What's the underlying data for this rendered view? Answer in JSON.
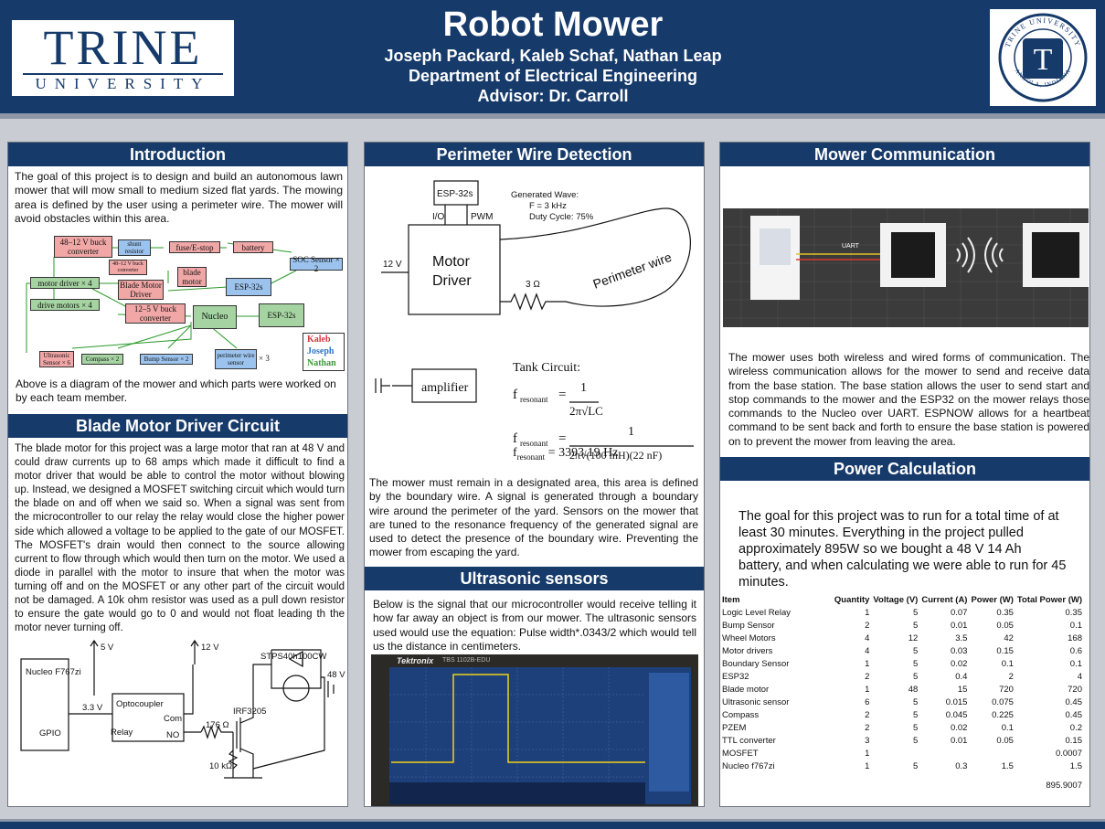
{
  "header": {
    "title": "Robot Mower",
    "authors": "Joseph Packard, Kaleb Schaf, Nathan Leap",
    "department": "Department of Electrical Engineering",
    "advisor": "Advisor: Dr. Carroll",
    "logo_main": "TRINE",
    "logo_sub": "UNIVERSITY",
    "seal_top": "TRINE UNIVERSITY",
    "seal_bottom": "ANGOLA, INDIANA",
    "seal_letter": "T"
  },
  "intro": {
    "heading": "Introduction",
    "body": "The goal of this project is to design and build an autonomous lawn mower that will mow small to medium sized flat yards. The mowing area is defined by the user using a perimeter wire. The mower will avoid obstacles within this area.",
    "caption": "Above is a diagram of the mower and which parts were worked on by each team member.",
    "diagram": {
      "b1": "48–12 V buck converter",
      "b2": "shunt resistor",
      "b3": "fuse/E-stop",
      "b4": "battery",
      "b5": "48–12 V buck converter",
      "b6": "blade motor",
      "b7": "SOC Sensor × 2",
      "b8": "motor driver × 4",
      "b9": "Blade Motor Driver",
      "b10": "ESP-32s",
      "b11": "drive motors × 4",
      "b12": "12–5 V buck converter",
      "b13": "Nucleo",
      "b14": "ESP-32s",
      "b15": "Ultrasonic Sensor × 6",
      "b16": "Compass × 2",
      "b17": "Bump Sensor × 2",
      "b18": "perimeter wire sensor",
      "b18x": "× 3",
      "legend": [
        "Kaleb",
        "Joseph",
        "Nathan"
      ],
      "legend_colors": [
        "#d9363e",
        "#2f74c8",
        "#3a9a3a"
      ]
    }
  },
  "blade": {
    "heading": "Blade Motor Driver Circuit",
    "body": "The blade motor for this project was a large motor that ran at 48 V and could draw currents up to 68 amps which made it difficult to find a motor driver that would be able to control the motor without blowing up. Instead, we designed a MOSFET switching circuit which would turn the blade on and off when we said so. When a signal was sent from the microcontroller to our relay the relay would close the higher power side which allowed a voltage to be applied to the gate of our MOSFET. The MOSFET's drain would then connect to the source allowing current to flow through which would then turn on the motor. We used a diode in parallel with the motor to insure that when the motor was turning off and on the MOSFET or any other part of the circuit would not be damaged. A 10k ohm resistor was used as a pull down resistor to ensure the gate would go to 0 and would not float leading th the motor never turning off.",
    "circuit": {
      "nucleo": "Nucleo F767zi",
      "gpio": "GPIO",
      "v33": "3.3 V",
      "opto": "Optocoupler",
      "relay": "Relay",
      "com": "Com",
      "no": "NO",
      "v5": "5 V",
      "v12": "12 V",
      "r176": "176 Ω",
      "irf": "IRF3205",
      "r10k": "10 kΩ",
      "diode": "STPS40h100CW",
      "v48": "48 V"
    }
  },
  "perimeter": {
    "heading": "Perimeter Wire Detection",
    "body": "The mower must remain in a designated area, this area is defined by the boundary wire. A signal is generated through a boundary wire around the perimeter of the yard. Sensors on the mower that are tuned to the resonance frequency of the generated signal are used to detect the presence of the boundary wire. Preventing the mower from escaping the yard.",
    "diagram": {
      "esp": "ESP-32s",
      "io": "I/O",
      "pwm": "PWM",
      "driver1": "Motor",
      "driver2": "Driver",
      "v12": "12 V",
      "r3": "3 Ω",
      "wire": "Perimeter wire",
      "wave1": "Generated Wave:",
      "wave2": "F = 3 kHz",
      "wave3": "Duty Cycle: 75%"
    },
    "tank": {
      "amp": "amplifier",
      "title": "Tank Circuit:",
      "f": "f",
      "sub": "resonant",
      "eq": "=",
      "one": "1",
      "den1": "2π√LC",
      "den2": "2π√(100 mH)(22 nF)",
      "result": "= 3393.19 Hz"
    }
  },
  "ultra": {
    "heading": "Ultrasonic sensors",
    "body": "Below is the signal that our microcontroller would receive telling it how far away an object is from our mower. The ultrasonic sensors used would use the equation: Pulse width*.0343/2 which would tell us the distance in centimeters.",
    "scope_brand": "Tektronix",
    "scope_model": "TBS 1102B-EDU"
  },
  "comm": {
    "heading": "Mower Communication",
    "uart": "UART",
    "body": "The mower uses both wireless and wired forms of communication. The wireless communication allows for the mower to send and receive data from the base station. The base station allows the user to send start and stop commands to the mower and the ESP32 on the mower relays those commands to the Nucleo over UART. ESPNOW allows for a heartbeat command to be sent back and forth to ensure the base station is powered on to prevent the mower from leaving the area."
  },
  "power": {
    "heading": "Power Calculation",
    "body": "The goal for this project was to run for a total time of at least 30 minutes. Everything in the project pulled approximately 895W so we bought a 48 V 14 Ah battery, and when calculating we were able to run for 45 minutes.",
    "columns": [
      "Item",
      "Quantity",
      "Voltage (V)",
      "Current (A)",
      "Power (W)",
      "Total Power (W)"
    ],
    "rows": [
      [
        "Logic Level Relay",
        "1",
        "5",
        "0.07",
        "0.35",
        "0.35"
      ],
      [
        "Bump Sensor",
        "2",
        "5",
        "0.01",
        "0.05",
        "0.1"
      ],
      [
        "Wheel Motors",
        "4",
        "12",
        "3.5",
        "42",
        "168"
      ],
      [
        "Motor drivers",
        "4",
        "5",
        "0.03",
        "0.15",
        "0.6"
      ],
      [
        "Boundary Sensor",
        "1",
        "5",
        "0.02",
        "0.1",
        "0.1"
      ],
      [
        "ESP32",
        "2",
        "5",
        "0.4",
        "2",
        "4"
      ],
      [
        "Blade motor",
        "1",
        "48",
        "15",
        "720",
        "720"
      ],
      [
        "Ultrasonic sensor",
        "6",
        "5",
        "0.015",
        "0.075",
        "0.45"
      ],
      [
        "Compass",
        "2",
        "5",
        "0.045",
        "0.225",
        "0.45"
      ],
      [
        "PZEM",
        "2",
        "5",
        "0.02",
        "0.1",
        "0.2"
      ],
      [
        "TTL converter",
        "3",
        "5",
        "0.01",
        "0.05",
        "0.15"
      ],
      [
        "MOSFET",
        "1",
        "",
        "",
        "",
        "0.0007"
      ],
      [
        "Nucleo f767zi",
        "1",
        "5",
        "0.3",
        "1.5",
        "1.5"
      ]
    ],
    "total": "895.9007"
  }
}
